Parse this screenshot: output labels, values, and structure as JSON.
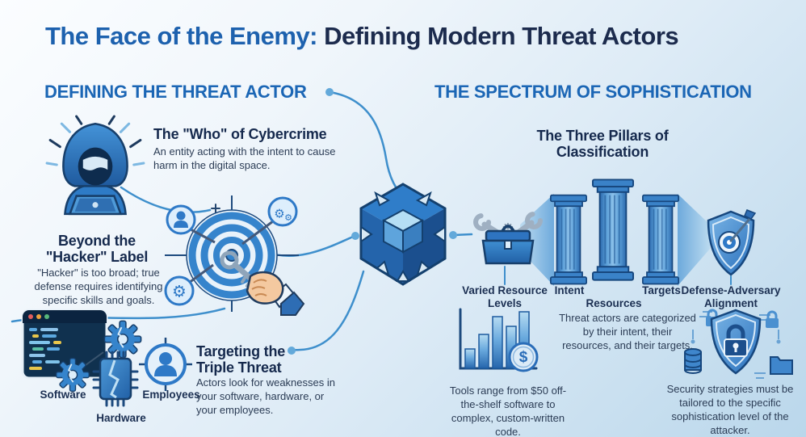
{
  "title": {
    "highlight": "The Face of the Enemy:",
    "rest": " Defining Modern Threat Actors"
  },
  "colors": {
    "accent_blue": "#1d61ae",
    "navy": "#1c2b4d",
    "header_blue": "#1b66b5",
    "icon_blue": "#2e79c7",
    "connector_blue": "#3e8fcc"
  },
  "left": {
    "header": "DEFINING THE THREAT ACTOR",
    "who": {
      "heading": "The \"Who\" of Cybercrime",
      "body": "An entity acting with the intent to cause harm in the digital space."
    },
    "beyond": {
      "heading": "Beyond the \"Hacker\" Label",
      "body": "\"Hacker\" is too broad; true defense requires identifying specific skills and goals."
    },
    "targeting": {
      "heading": "Targeting the Triple Threat",
      "body": "Actors look for weaknesses in your software, hardware, or your employees."
    },
    "asset_labels": {
      "software": "Software",
      "hardware": "Hardware",
      "employees": "Employees"
    }
  },
  "right": {
    "header": "THE SPECTRUM OF SOPHISTICATION",
    "pillars": {
      "heading": "The Three Pillars of Classification",
      "labels": {
        "intent": "Intent",
        "resources": "Resources",
        "targets": "Targets"
      },
      "body": "Threat actors are categorized by their intent, their resources, and their targets."
    },
    "resource_levels": {
      "label": "Varied Resource Levels",
      "body": "Tools range from $50 off-the-shelf software to complex, custom-written code.",
      "coin_symbol": "$"
    },
    "alignment": {
      "label": "Defense-Adversary Alignment",
      "body": "Security strategies must be tailored to the specific sophistication level of the attacker."
    }
  },
  "icons": {
    "gear_glyph": "⚙"
  }
}
